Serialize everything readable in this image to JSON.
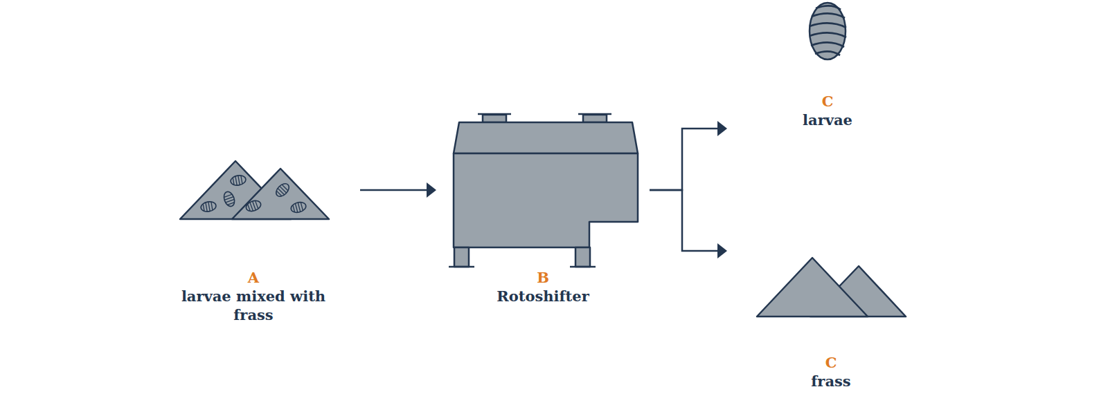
{
  "diagram": {
    "nodes": [
      {
        "text": [
          "A",
          "larvae mixed with frass"
        ]
      },
      {
        "text": [
          "B",
          "Rotoshifter"
        ]
      },
      {
        "text": [
          "C",
          "larvae"
        ]
      },
      {
        "text": [
          "C",
          "frass"
        ]
      }
    ],
    "edges": [
      {
        "from": 0,
        "to": 1,
        "arrow": "to"
      },
      {
        "from": 1,
        "to": 2,
        "arrow": "to"
      },
      {
        "from": 1,
        "to": 3,
        "arrow": "to"
      }
    ]
  }
}
